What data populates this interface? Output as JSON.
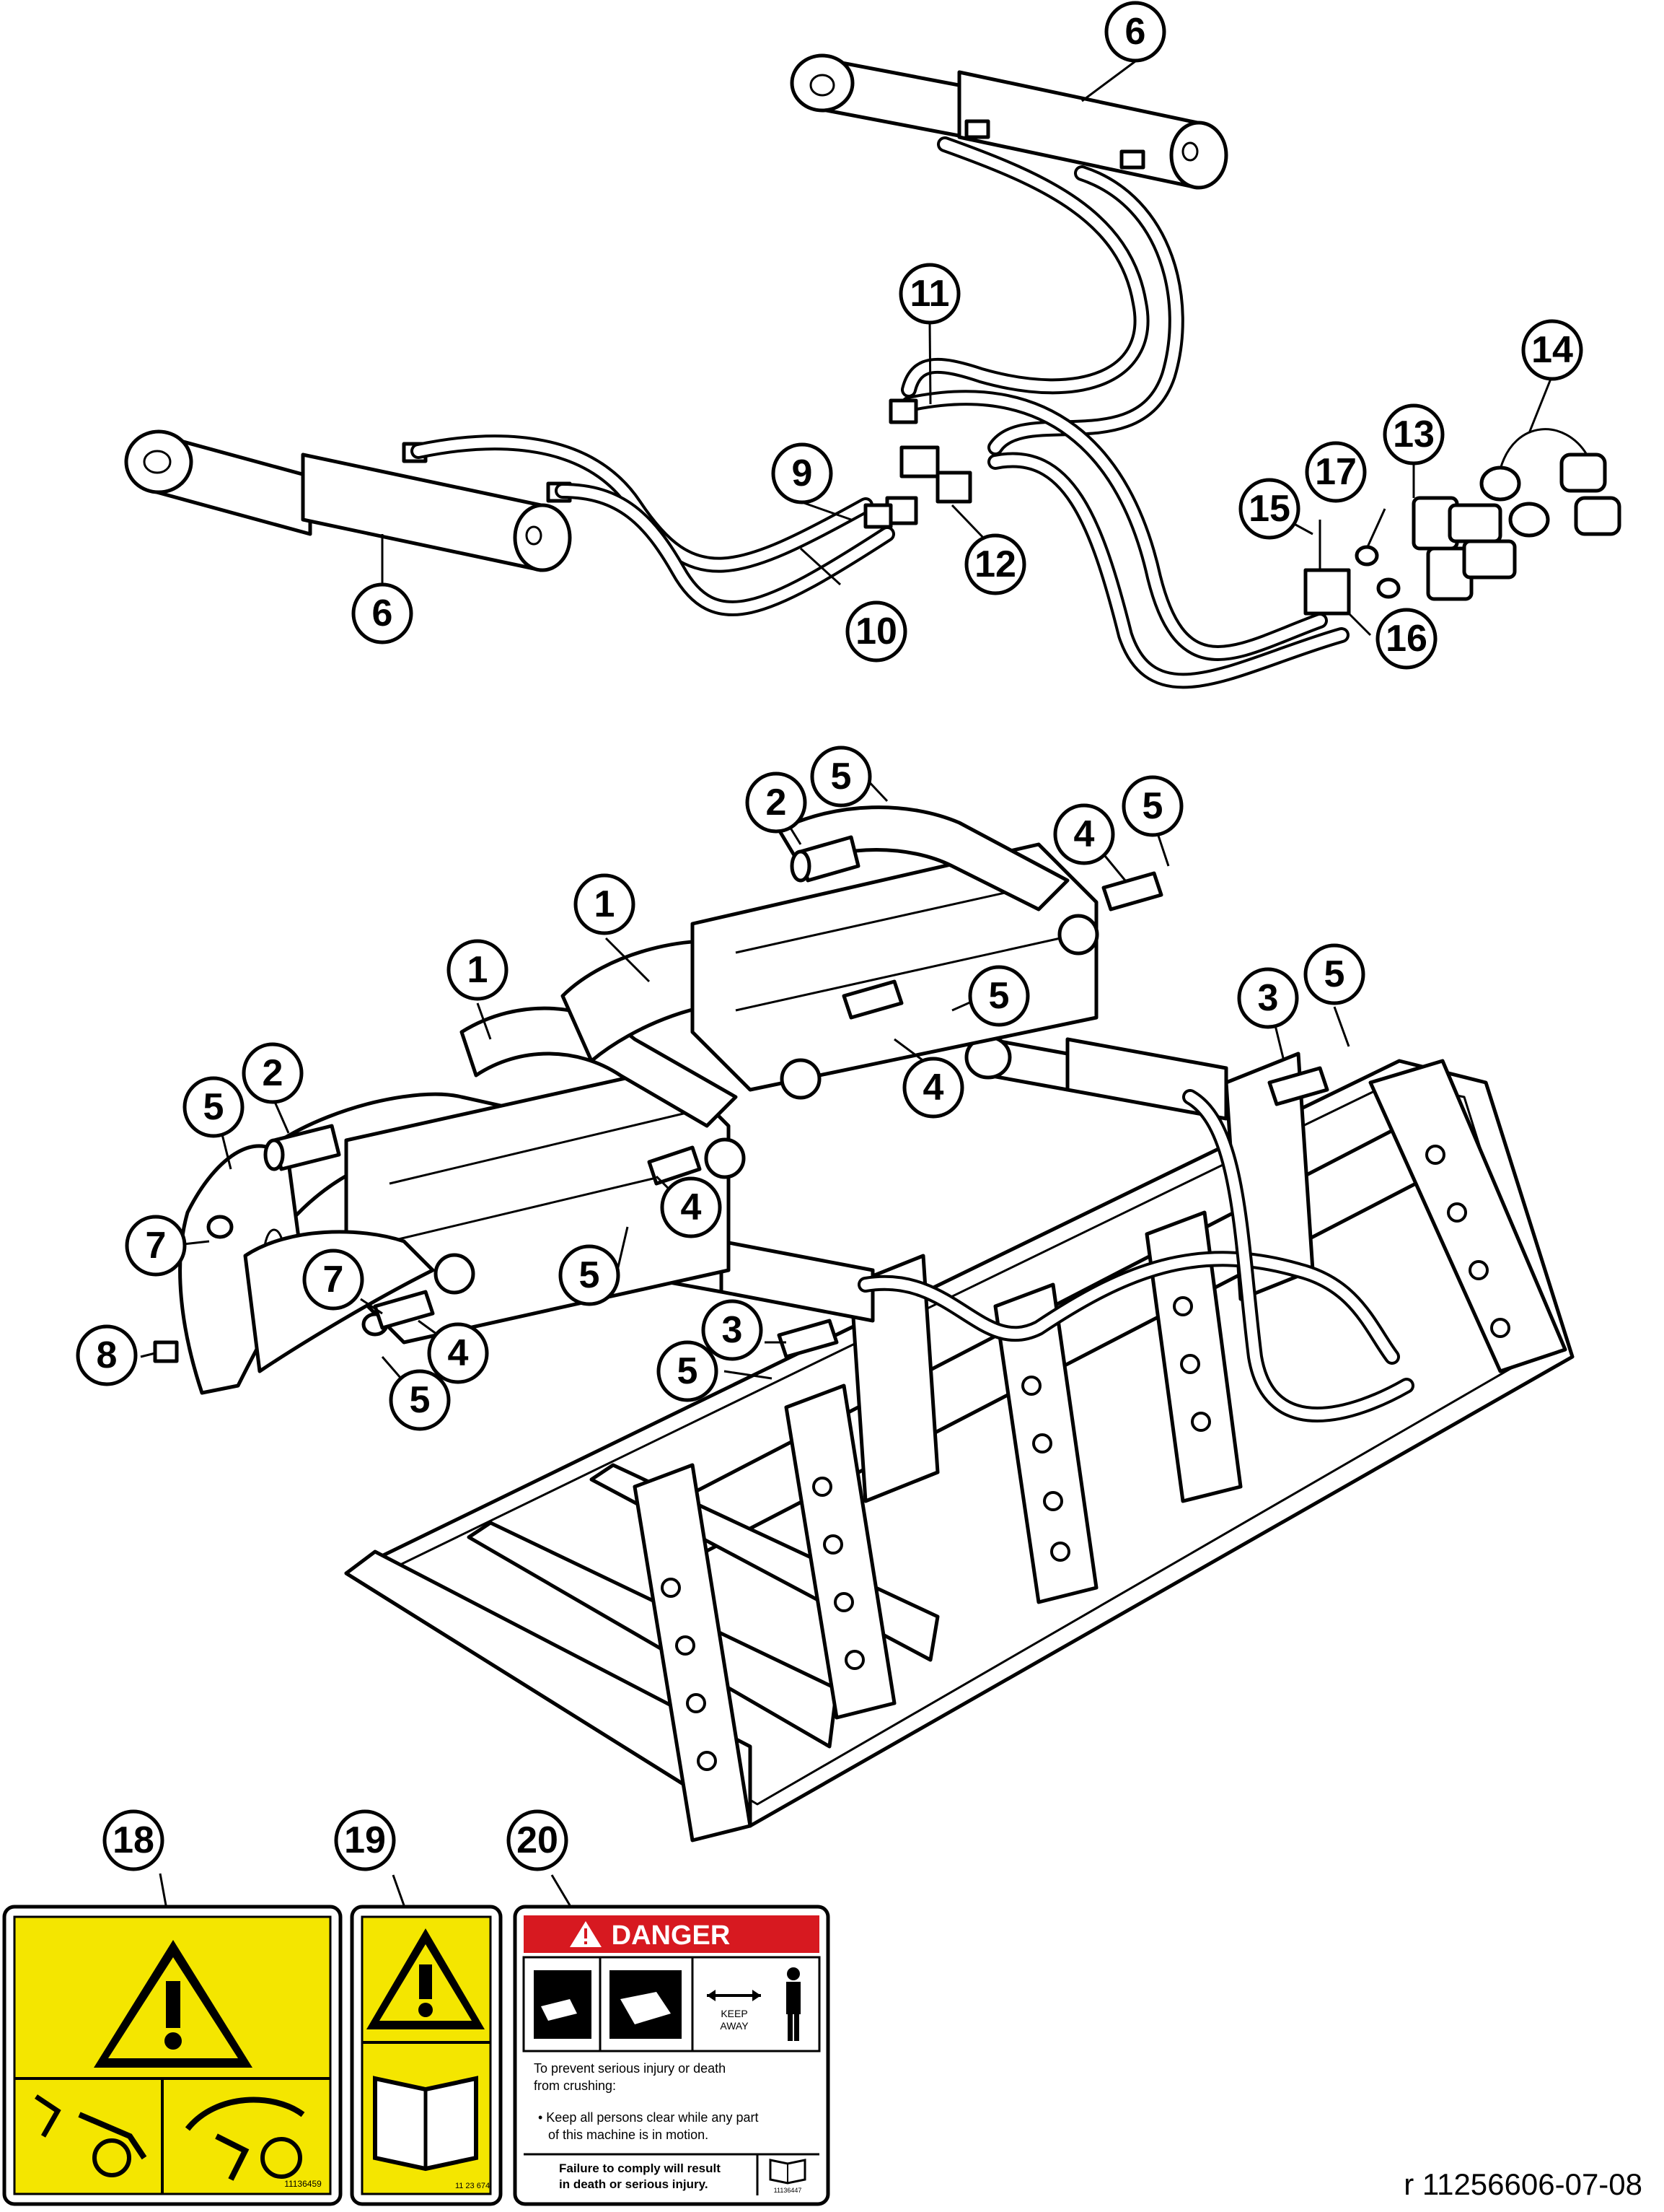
{
  "callouts": [
    "1",
    "2",
    "3",
    "4",
    "5",
    "6",
    "7",
    "8",
    "9",
    "10",
    "11",
    "12",
    "13",
    "14",
    "15",
    "16",
    "17",
    "18",
    "19",
    "20"
  ],
  "decal_18": {
    "part_no": "11136459"
  },
  "decal_19": {
    "part_no": "11 23 674"
  },
  "decal_20": {
    "header": "DANGER",
    "keep_away_1": "KEEP",
    "keep_away_2": "AWAY",
    "text_line_1": "To prevent serious injury or death",
    "text_line_2": "from crushing:",
    "text_line_3": "• Keep all persons clear while any part",
    "text_line_4": "of this machine is in motion.",
    "fail_line_1": "Failure to comply will result",
    "fail_line_2": "in death or serious injury.",
    "part_no": "11136447"
  },
  "reference": "r 11256606-07-08",
  "colors": {
    "decal_yellow": "#f4e600",
    "danger_red": "#d71920",
    "line": "#000000"
  },
  "icons": [
    "warning-triangle-icon",
    "manual-book-icon",
    "crush-hazard-icon",
    "keep-away-person-icon"
  ]
}
